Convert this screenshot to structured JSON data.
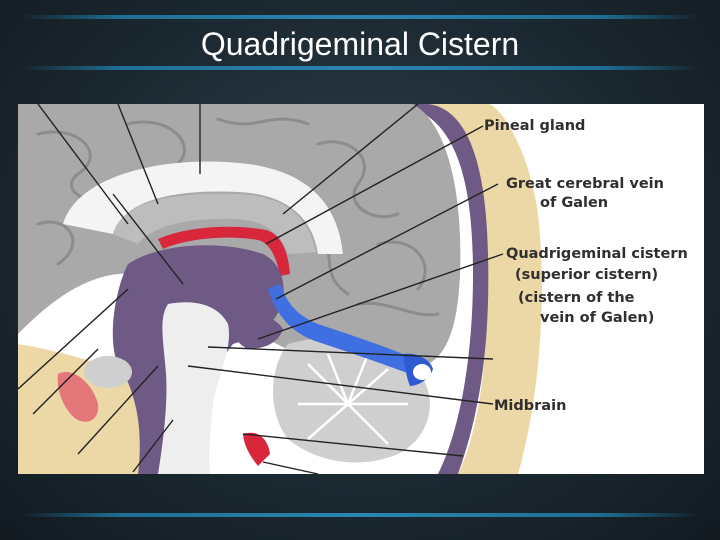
{
  "slide": {
    "title": "Quadrigeminal Cistern"
  },
  "diagram": {
    "labels": {
      "pineal_gland": "Pineal gland",
      "great_cerebral_vein_line1": "Great cerebral vein",
      "great_cerebral_vein_line2": "of Galen",
      "quadrigeminal_line1": "Quadrigeminal cistern",
      "quadrigeminal_line2": "(superior cistern)",
      "quadrigeminal_line3": "(cistern of the",
      "quadrigeminal_line4": "vein of Galen)",
      "midbrain": "Midbrain"
    },
    "colors": {
      "brain_gray": "#a9a9a9",
      "ventricle_purple": "#6f5a85",
      "vein_blue": "#3f6fe0",
      "choroid_red": "#d8263a",
      "skull_tan": "#ecd7a6"
    }
  }
}
